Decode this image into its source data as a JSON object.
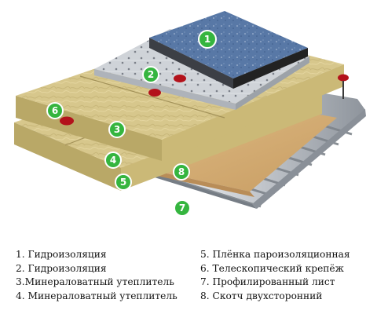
{
  "callouts": [
    {
      "number": "1"
    },
    {
      "number": "2"
    },
    {
      "number": "3"
    },
    {
      "number": "4"
    },
    {
      "number": "5"
    },
    {
      "number": "6"
    },
    {
      "number": "7"
    },
    {
      "number": "8"
    }
  ],
  "legend": {
    "left": [
      "1. Гидроизоляция",
      "2. Гидроизоляция",
      "3.Минераловатный утеплитель",
      "4. Минераловатный утеплитель"
    ],
    "right": [
      "5. Плёнка пароизоляционная",
      "6. Телескопический крепёж",
      "7. Профилированный лист",
      "8. Скотч двухсторонний"
    ]
  },
  "colors": {
    "background": "#ffffff",
    "callout_fill": "#35b53f",
    "callout_stroke": "#ffffff",
    "callout_text": "#ffffff",
    "membrane_top": "#5878a6",
    "membrane_dark": "#222222",
    "foil": "#cfd3d8",
    "wool": "#d7c78c",
    "wool_side": "#b9a867",
    "vapour_film": "#d8b276",
    "steel": "#c4c9cf",
    "steel_dark": "#8e949c",
    "fastener": "#b3121b",
    "legend_text": "#111111"
  },
  "icons": {
    "fastener": "red-fastener-disc-icon",
    "callout": "green-circle-number-icon"
  }
}
